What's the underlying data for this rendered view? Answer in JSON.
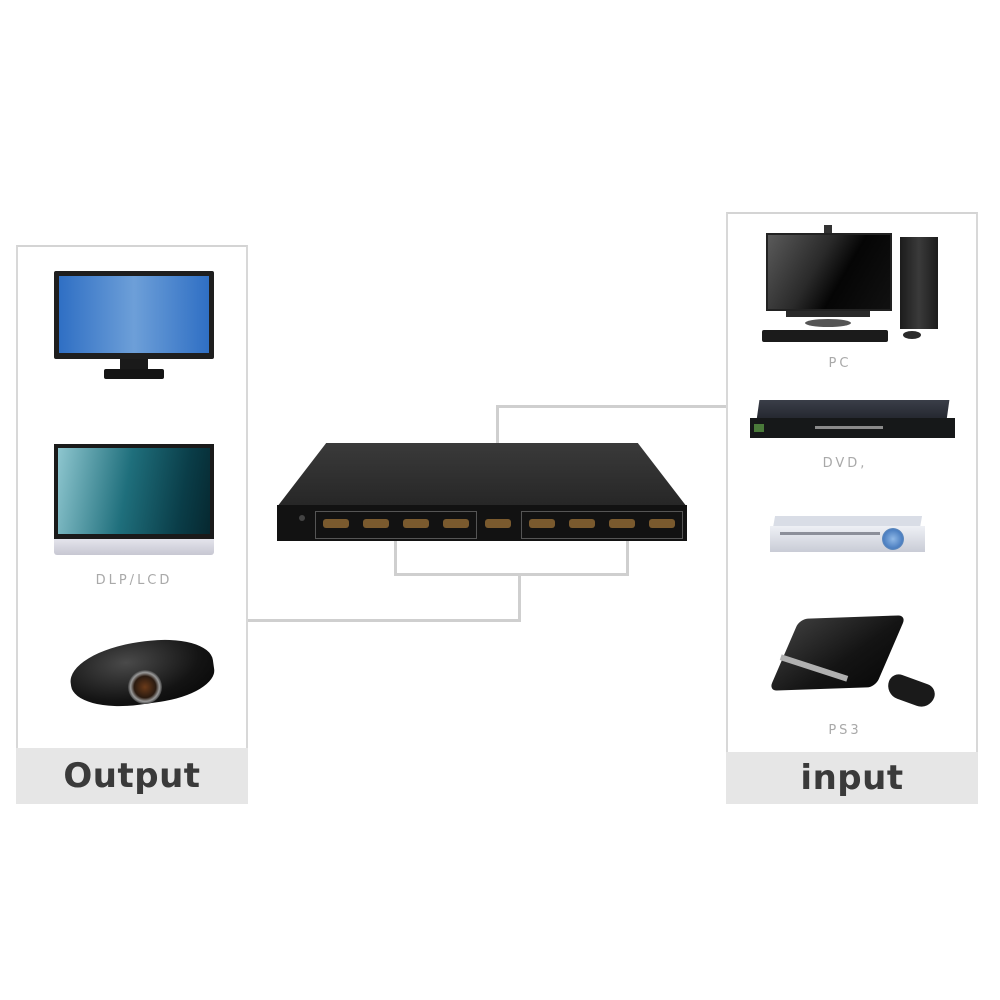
{
  "diagram": {
    "type": "HDMI matrix switch connection diagram",
    "output_panel": {
      "title": "Output",
      "devices": [
        {
          "name": "monitor",
          "label": ""
        },
        {
          "name": "dlp-lcd-tv",
          "label": "DLP/LCD"
        },
        {
          "name": "projector",
          "label": ""
        }
      ]
    },
    "input_panel": {
      "title": "input",
      "devices": [
        {
          "name": "pc",
          "label": "PC"
        },
        {
          "name": "dvd-player-black",
          "label": "DVD,"
        },
        {
          "name": "dvd-player-silver",
          "label": ""
        },
        {
          "name": "ps3",
          "label": "PS3"
        }
      ]
    },
    "switch": {
      "name": "hdmi-matrix-switch",
      "port_groups": [
        {
          "side": "left",
          "ports": 4
        },
        {
          "side": "center",
          "ports": 1
        },
        {
          "side": "right",
          "ports": 4
        }
      ]
    },
    "colors": {
      "footer_bg": "#e6e6e6",
      "footer_text": "#3a3a3a",
      "caption_text": "#a9a9a9",
      "connector_line": "#cfcfcf",
      "switch_body": "#2b2b2b",
      "port_gold": "#8a6a3a"
    }
  }
}
